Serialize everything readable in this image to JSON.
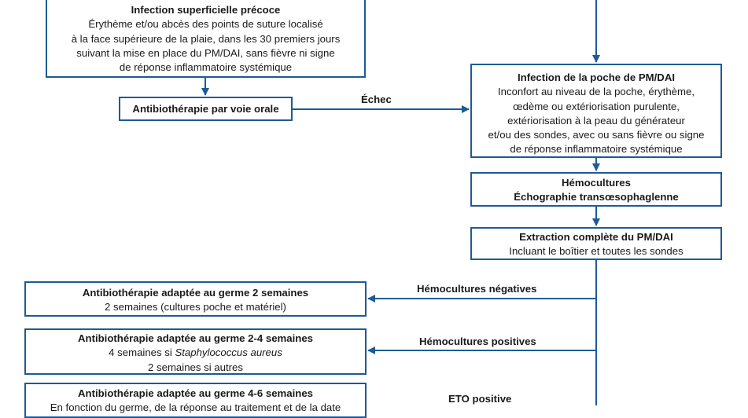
{
  "boxes": {
    "infection_superficielle": {
      "title": "Infection superficielle précoce",
      "lines": [
        "Érythème et/ou abcès des points de suture localisé",
        "à la face supérieure de la plaie, dans les 30 premiers jours",
        "suivant la mise en place du PM/DAI, sans fièvre ni signe",
        "de réponse inflammatoire systémique"
      ]
    },
    "antibio_orale": {
      "title": "Antibiothérapie par voie orale"
    },
    "infection_poche": {
      "title": "Infection de la poche de PM/DAI",
      "lines": [
        "Inconfort au niveau de la poche, érythème,",
        "œdème ou extériorisation purulente,",
        "extériorisation à la peau du générateur",
        "et/ou des sondes, avec ou sans fièvre ou signe",
        "de réponse inflammatoire systémique"
      ]
    },
    "hemocultures": {
      "lines": [
        "Hémocultures",
        "Échographie transœsophaglenne"
      ]
    },
    "extraction": {
      "title": "Extraction complète du PM/DAI",
      "line": "Incluant le boîtier et toutes les sondes"
    },
    "antibio_2": {
      "title": "Antibiothérapie adaptée au germe 2 semaines",
      "line": "2 semaines (cultures poche et matériel)"
    },
    "antibio_2_4": {
      "title": "Antibiothérapie adaptée au germe 2-4 semaines",
      "line1_prefix": "4 semaines si ",
      "line1_italic": "Staphylococcus aureus",
      "line2": "2 semaines si autres"
    },
    "antibio_4_6": {
      "title": "Antibiothérapie adaptée au germe 4-6 semaines",
      "line": "En fonction du germe, de la réponse au traitement et de la date"
    }
  },
  "edge_labels": {
    "echec": "Échec",
    "hemocultures_negatives": "Hémocultures négatives",
    "hemocultures_positives": "Hémocultures positives",
    "eto_positive": "ETO positive"
  },
  "colors": {
    "border": "#1d5b96",
    "arrow": "#1d5b96"
  }
}
